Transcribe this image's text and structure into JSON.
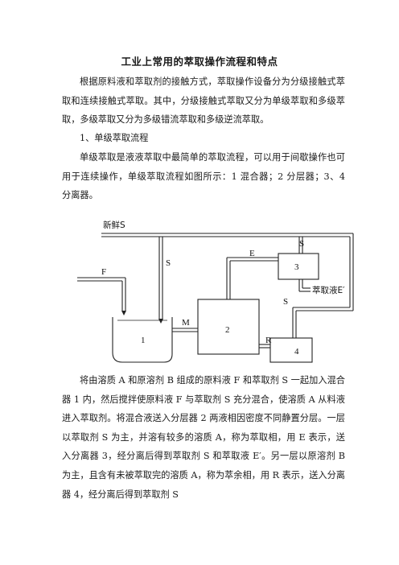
{
  "title": "工业上常用的萃取操作流程和特点",
  "paragraph1": "根据原料液和萃取剂的接触方式，萃取操作设备分为分级接触式萃取和连续接触式萃取。其中，分级接触式萃取又分为单级萃取和多级萃取，多级萃取又分为多级错流萃取和多级逆流萃取。",
  "section_heading": "1、单级萃取流程",
  "paragraph2": "单级萃取是液液萃取中最简单的萃取流程，可以用于间歇操作也可用于连续操作，单级萃取流程如图所示：1 混合器；2 分层器；3、4 分离器。",
  "diagram": {
    "fresh_solvent_label": "新鲜S",
    "feed_label": "F",
    "solvent_label_left": "S",
    "solvent_label_top_right": "S",
    "solvent_label_bottom_right": "S",
    "extract_phase_label": "E",
    "mixture_label": "M",
    "raffinate_label": "R",
    "extract_product_label": "萃取液E′",
    "mixer_number": "1",
    "settler_number": "2",
    "separator3_number": "3",
    "separator4_number": "4"
  },
  "paragraph3": "将由溶质 A 和原溶剂 B 组成的原料液 F 和萃取剂 S 一起加入混合器 1 内，然后搅拌使原料液 F 与萃取剂 S 充分混合，使溶质 A 从料液进入萃取剂。将混合液送入分层器 2 两液相因密度不同静置分层。一层以萃取剂 S 为主，并溶有较多的溶质 A，称为萃取相，用 E 表示，送入分离器 3，经分离后得到萃取剂 S 和萃取液 E′。另一层以原溶剂 B 为主，且含有未被萃取完的溶质 A，称为萃余相，用 R 表示，送入分离器 4，经分离后得到萃取剂 S"
}
